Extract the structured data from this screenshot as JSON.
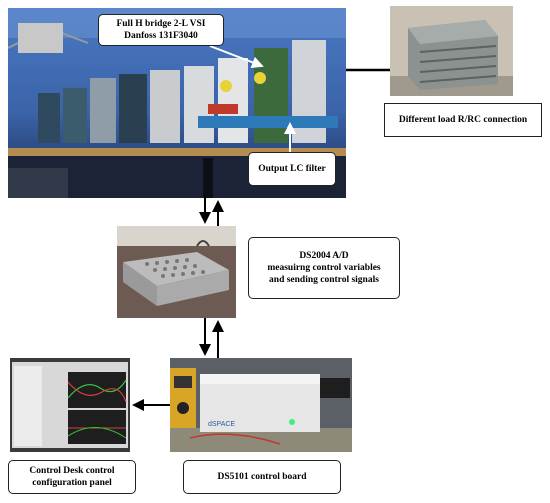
{
  "labels": {
    "vsi": [
      "Full H bridge 2-L VSI",
      "Danfoss 131F3040"
    ],
    "load": "Different load R/RC connection",
    "lc_filter": "Output LC filter",
    "ds2004": [
      "DS2004 A/D",
      "measuirng control variables",
      "and sending control signals"
    ],
    "control_desk": [
      "Control Desk control",
      "configuration panel"
    ],
    "ds5101": "DS5101 control board"
  },
  "photo_texts": {
    "space_logo": "dSPACE"
  }
}
